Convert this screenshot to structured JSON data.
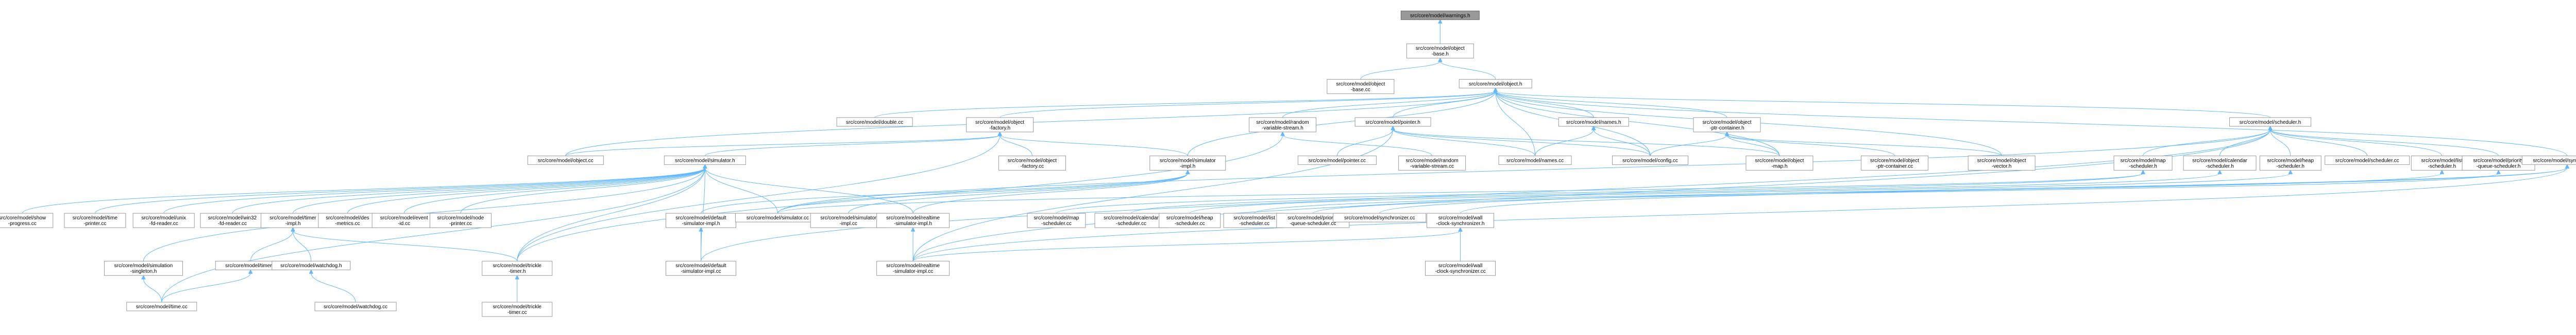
{
  "nodes": [
    {
      "id": "root",
      "lines": [
        "src/core/model/warnings.h"
      ]
    },
    {
      "id": "obase_h",
      "lines": [
        "src/core/model/object",
        "-base.h"
      ]
    },
    {
      "id": "obase_cc",
      "lines": [
        "src/core/model/object",
        "-base.cc"
      ]
    },
    {
      "id": "object_h",
      "lines": [
        "src/core/model/object.h"
      ]
    },
    {
      "id": "double_cc",
      "lines": [
        "src/core/model/double.cc"
      ]
    },
    {
      "id": "factory_h",
      "lines": [
        "src/core/model/object",
        "-factory.h"
      ]
    },
    {
      "id": "rvs_h",
      "lines": [
        "src/core/model/random",
        "-variable-stream.h"
      ]
    },
    {
      "id": "pointer_h",
      "lines": [
        "src/core/model/pointer.h"
      ]
    },
    {
      "id": "names_h",
      "lines": [
        "src/core/model/names.h"
      ]
    },
    {
      "id": "ptrcont_h",
      "lines": [
        "src/core/model/object",
        "-ptr-container.h"
      ]
    },
    {
      "id": "scheduler_h",
      "lines": [
        "src/core/model/scheduler.h"
      ]
    },
    {
      "id": "object_cc",
      "lines": [
        "src/core/model/object.cc"
      ]
    },
    {
      "id": "simulator_h",
      "lines": [
        "src/core/model/simulator.h"
      ]
    },
    {
      "id": "factory_cc",
      "lines": [
        "src/core/model/object",
        "-factory.cc"
      ]
    },
    {
      "id": "simimpl_h",
      "lines": [
        "src/core/model/simulator",
        "-impl.h"
      ]
    },
    {
      "id": "pointer_cc",
      "lines": [
        "src/core/model/pointer.cc"
      ]
    },
    {
      "id": "rvs_cc",
      "lines": [
        "src/core/model/random",
        "-variable-stream.cc"
      ]
    },
    {
      "id": "names_cc",
      "lines": [
        "src/core/model/names.cc"
      ]
    },
    {
      "id": "config_cc",
      "lines": [
        "src/core/model/config.cc"
      ]
    },
    {
      "id": "omap_h",
      "lines": [
        "src/core/model/object",
        "-map.h"
      ]
    },
    {
      "id": "ptrcont_cc",
      "lines": [
        "src/core/model/object",
        "-ptr-container.cc"
      ]
    },
    {
      "id": "ovector_h",
      "lines": [
        "src/core/model/object",
        "-vector.h"
      ]
    },
    {
      "id": "mapsched_h",
      "lines": [
        "src/core/model/map",
        "-scheduler.h"
      ]
    },
    {
      "id": "calsched_h",
      "lines": [
        "src/core/model/calendar",
        "-scheduler.h"
      ]
    },
    {
      "id": "heapsched_h",
      "lines": [
        "src/core/model/heap",
        "-scheduler.h"
      ]
    },
    {
      "id": "scheduler_cc",
      "lines": [
        "src/core/model/scheduler.cc"
      ]
    },
    {
      "id": "listsched_h",
      "lines": [
        "src/core/model/list",
        "-scheduler.h"
      ]
    },
    {
      "id": "prio_h",
      "lines": [
        "src/core/model/priority",
        "-queue-scheduler.h"
      ]
    },
    {
      "id": "sync_h",
      "lines": [
        "src/core/model/synchronizer.h"
      ]
    },
    {
      "id": "showprog_cc",
      "lines": [
        "src/core/model/show",
        "-progress.cc"
      ]
    },
    {
      "id": "timeprinter_cc",
      "lines": [
        "src/core/model/time",
        "-printer.cc"
      ]
    },
    {
      "id": "unix_cc",
      "lines": [
        "src/core/model/unix",
        "-fd-reader.cc"
      ]
    },
    {
      "id": "win32_cc",
      "lines": [
        "src/core/model/win32",
        "-fd-reader.cc"
      ]
    },
    {
      "id": "timerimpl_h",
      "lines": [
        "src/core/model/timer",
        "-impl.h"
      ]
    },
    {
      "id": "des_cc",
      "lines": [
        "src/core/model/des",
        "-metrics.cc"
      ]
    },
    {
      "id": "eventid_cc",
      "lines": [
        "src/core/model/event",
        "-id.cc"
      ]
    },
    {
      "id": "nodeprinter_cc",
      "lines": [
        "src/core/model/node",
        "-printer.cc"
      ]
    },
    {
      "id": "defimpl_h",
      "lines": [
        "src/core/model/default",
        "-simulator-impl.h"
      ]
    },
    {
      "id": "sim_cc",
      "lines": [
        "src/core/model/simulator.cc"
      ]
    },
    {
      "id": "simimpl_cc",
      "lines": [
        "src/core/model/simulator",
        "-impl.cc"
      ]
    },
    {
      "id": "rtimpl_h",
      "lines": [
        "src/core/model/realtime",
        "-simulator-impl.h"
      ]
    },
    {
      "id": "mapsched_cc",
      "lines": [
        "src/core/model/map",
        "-scheduler.cc"
      ]
    },
    {
      "id": "calsched_cc",
      "lines": [
        "src/core/model/calendar",
        "-scheduler.cc"
      ]
    },
    {
      "id": "heapsched_cc",
      "lines": [
        "src/core/model/heap",
        "-scheduler.cc"
      ]
    },
    {
      "id": "listsched_cc",
      "lines": [
        "src/core/model/list",
        "-scheduler.cc"
      ]
    },
    {
      "id": "prio_cc",
      "lines": [
        "src/core/model/priority",
        "-queue-scheduler.cc"
      ]
    },
    {
      "id": "sync_cc",
      "lines": [
        "src/core/model/synchronizer.cc"
      ]
    },
    {
      "id": "wallsync_h",
      "lines": [
        "src/core/model/wall",
        "-clock-synchronizer.h"
      ]
    },
    {
      "id": "simsing_h",
      "lines": [
        "src/core/model/simulation",
        "-singleton.h"
      ]
    },
    {
      "id": "timer_h",
      "lines": [
        "src/core/model/timer.h"
      ]
    },
    {
      "id": "watchdog_h",
      "lines": [
        "src/core/model/watchdog.h"
      ]
    },
    {
      "id": "trickle_h",
      "lines": [
        "src/core/model/trickle",
        "-timer.h"
      ]
    },
    {
      "id": "defimpl_cc",
      "lines": [
        "src/core/model/default",
        "-simulator-impl.cc"
      ]
    },
    {
      "id": "rtimpl_cc",
      "lines": [
        "src/core/model/realtime",
        "-simulator-impl.cc"
      ]
    },
    {
      "id": "wallsync_cc",
      "lines": [
        "src/core/model/wall",
        "-clock-synchronizer.cc"
      ]
    },
    {
      "id": "time_cc",
      "lines": [
        "src/core/model/time.cc"
      ]
    },
    {
      "id": "watchdog_cc",
      "lines": [
        "src/core/model/watchdog.cc"
      ]
    },
    {
      "id": "trickle_cc",
      "lines": [
        "src/core/model/trickle",
        "-timer.cc"
      ]
    }
  ],
  "edges": [
    [
      "root",
      "obase_h"
    ],
    [
      "obase_h",
      "obase_cc"
    ],
    [
      "obase_h",
      "object_h"
    ],
    [
      "object_h",
      "double_cc"
    ],
    [
      "object_h",
      "factory_h"
    ],
    [
      "object_h",
      "rvs_h"
    ],
    [
      "object_h",
      "pointer_h"
    ],
    [
      "object_h",
      "names_h"
    ],
    [
      "object_h",
      "ptrcont_h"
    ],
    [
      "object_h",
      "scheduler_h"
    ],
    [
      "object_h",
      "object_cc"
    ],
    [
      "object_h",
      "config_cc"
    ],
    [
      "object_h",
      "names_cc"
    ],
    [
      "object_h",
      "omap_h"
    ],
    [
      "object_h",
      "ovector_h"
    ],
    [
      "object_h",
      "simimpl_h"
    ],
    [
      "object_h",
      "sync_h"
    ],
    [
      "factory_h",
      "object_cc"
    ],
    [
      "factory_h",
      "simulator_h"
    ],
    [
      "factory_h",
      "factory_cc"
    ],
    [
      "factory_h",
      "simimpl_h"
    ],
    [
      "factory_h",
      "trickle_h"
    ],
    [
      "rvs_h",
      "rvs_cc"
    ],
    [
      "rvs_h",
      "trickle_h"
    ],
    [
      "pointer_h",
      "pointer_cc"
    ],
    [
      "pointer_h",
      "config_cc"
    ],
    [
      "pointer_h",
      "names_cc"
    ],
    [
      "pointer_h",
      "omap_h"
    ],
    [
      "pointer_h",
      "rtimpl_cc"
    ],
    [
      "names_h",
      "names_cc"
    ],
    [
      "names_h",
      "config_cc"
    ],
    [
      "ptrcont_h",
      "config_cc"
    ],
    [
      "ptrcont_h",
      "omap_h"
    ],
    [
      "ptrcont_h",
      "ptrcont_cc"
    ],
    [
      "ptrcont_h",
      "ovector_h"
    ],
    [
      "scheduler_h",
      "mapsched_h"
    ],
    [
      "scheduler_h",
      "calsched_h"
    ],
    [
      "scheduler_h",
      "heapsched_h"
    ],
    [
      "scheduler_h",
      "scheduler_cc"
    ],
    [
      "scheduler_h",
      "listsched_h"
    ],
    [
      "scheduler_h",
      "prio_h"
    ],
    [
      "scheduler_h",
      "sim_cc"
    ],
    [
      "scheduler_h",
      "defimpl_cc"
    ],
    [
      "scheduler_h",
      "rtimpl_cc"
    ],
    [
      "simulator_h",
      "showprog_cc"
    ],
    [
      "simulator_h",
      "timeprinter_cc"
    ],
    [
      "simulator_h",
      "unix_cc"
    ],
    [
      "simulator_h",
      "win32_cc"
    ],
    [
      "simulator_h",
      "timerimpl_h"
    ],
    [
      "simulator_h",
      "des_cc"
    ],
    [
      "simulator_h",
      "eventid_cc"
    ],
    [
      "simulator_h",
      "nodeprinter_cc"
    ],
    [
      "simulator_h",
      "sim_cc"
    ],
    [
      "simulator_h",
      "simsing_h"
    ],
    [
      "simulator_h",
      "time_cc"
    ],
    [
      "simulator_h",
      "defimpl_cc"
    ],
    [
      "simulator_h",
      "rtimpl_h"
    ],
    [
      "simulator_h",
      "trickle_h"
    ],
    [
      "simimpl_h",
      "defimpl_h"
    ],
    [
      "simimpl_h",
      "sim_cc"
    ],
    [
      "simimpl_h",
      "simimpl_cc"
    ],
    [
      "simimpl_h",
      "rtimpl_h"
    ],
    [
      "defimpl_h",
      "defimpl_cc"
    ],
    [
      "mapsched_h",
      "mapsched_cc"
    ],
    [
      "mapsched_h",
      "sim_cc"
    ],
    [
      "calsched_h",
      "calsched_cc"
    ],
    [
      "heapsched_h",
      "heapsched_cc"
    ],
    [
      "listsched_h",
      "listsched_cc"
    ],
    [
      "prio_h",
      "prio_cc"
    ],
    [
      "sync_h",
      "sync_cc"
    ],
    [
      "sync_h",
      "wallsync_h"
    ],
    [
      "sync_h",
      "rtimpl_cc"
    ],
    [
      "wallsync_h",
      "wallsync_cc"
    ],
    [
      "wallsync_h",
      "rtimpl_cc"
    ],
    [
      "rtimpl_h",
      "rtimpl_cc"
    ],
    [
      "timerimpl_h",
      "timer_h"
    ],
    [
      "timerimpl_h",
      "watchdog_h"
    ],
    [
      "timerimpl_h",
      "trickle_h"
    ],
    [
      "timer_h",
      "time_cc"
    ],
    [
      "simsing_h",
      "time_cc"
    ],
    [
      "watchdog_h",
      "watchdog_cc"
    ],
    [
      "trickle_h",
      "trickle_cc"
    ]
  ]
}
